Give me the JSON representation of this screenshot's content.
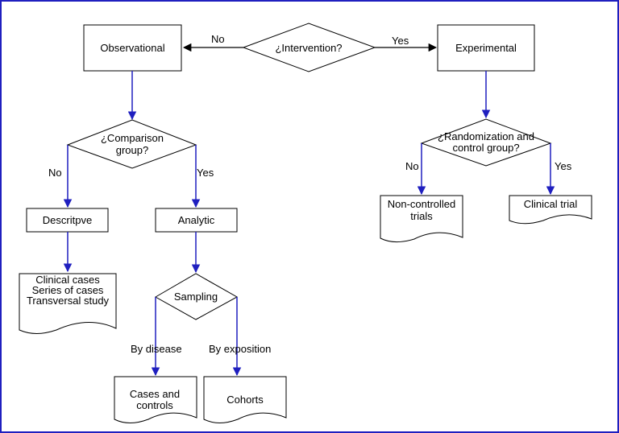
{
  "colors": {
    "frame": "#1f1fbf",
    "arrow": "#1f1fbf",
    "outline": "#000000",
    "background": "#ffffff"
  },
  "nodes": {
    "intervention": "¿Intervention?",
    "observational": "Observational",
    "experimental": "Experimental",
    "comparison_line1": "¿Comparison",
    "comparison_line2": "group?",
    "randomization_line1": "¿Randomization and",
    "randomization_line2": "control group?",
    "descriptive": "Descritpve",
    "analytic": "Analytic",
    "descriptive_types_line1": "Clinical cases",
    "descriptive_types_line2": "Series of cases",
    "descriptive_types_line3": "Transversal study",
    "sampling": "Sampling",
    "cases_controls_line1": "Cases and",
    "cases_controls_line2": "controls",
    "cohorts": "Cohorts",
    "non_controlled_line1": "Non-controlled",
    "non_controlled_line2": "trials",
    "clinical_trial": "Clinical trial"
  },
  "edge_labels": {
    "intervention_no": "No",
    "intervention_yes": "Yes",
    "comparison_no": "No",
    "comparison_yes": "Yes",
    "randomization_no": "No",
    "randomization_yes": "Yes",
    "by_disease": "By disease",
    "by_exposition": "By exposition"
  }
}
